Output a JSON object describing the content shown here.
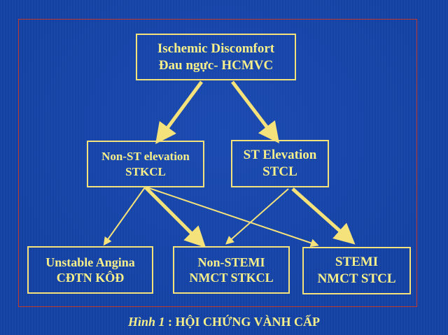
{
  "diagram": {
    "nodes": {
      "top": {
        "line1": "Ischemic Discomfort",
        "line2": "Đau ngực- HCMVC"
      },
      "nonst": {
        "line1": "Non-ST elevation",
        "line2": "STKCL"
      },
      "st": {
        "line1": "ST Elevation",
        "line2": "STCL"
      },
      "ua": {
        "line1": "Unstable Angina",
        "line2": "CĐTN KÔĐ"
      },
      "nstemi": {
        "line1": "Non-STEMI",
        "line2": "NMCT STKCL"
      },
      "stemi": {
        "line1": "STEMI",
        "line2": "NMCT STCL"
      }
    },
    "edges": [
      {
        "from": "top",
        "to": "nonst",
        "style": "thick"
      },
      {
        "from": "top",
        "to": "st",
        "style": "thick"
      },
      {
        "from": "nonst",
        "to": "ua",
        "style": "thin"
      },
      {
        "from": "nonst",
        "to": "nstemi",
        "style": "thick"
      },
      {
        "from": "nonst",
        "to": "stemi",
        "style": "thin"
      },
      {
        "from": "st",
        "to": "nstemi",
        "style": "thin"
      },
      {
        "from": "st",
        "to": "stemi",
        "style": "thick"
      }
    ]
  },
  "caption": {
    "prefix": "Hình 1",
    "separator": " : ",
    "title": "HỘI CHỨNG VÀNH CẤP"
  },
  "colors": {
    "text": "#f7ef8a",
    "border": "#f6e27a",
    "frame": "#c0392b",
    "background": "#123e9c"
  }
}
